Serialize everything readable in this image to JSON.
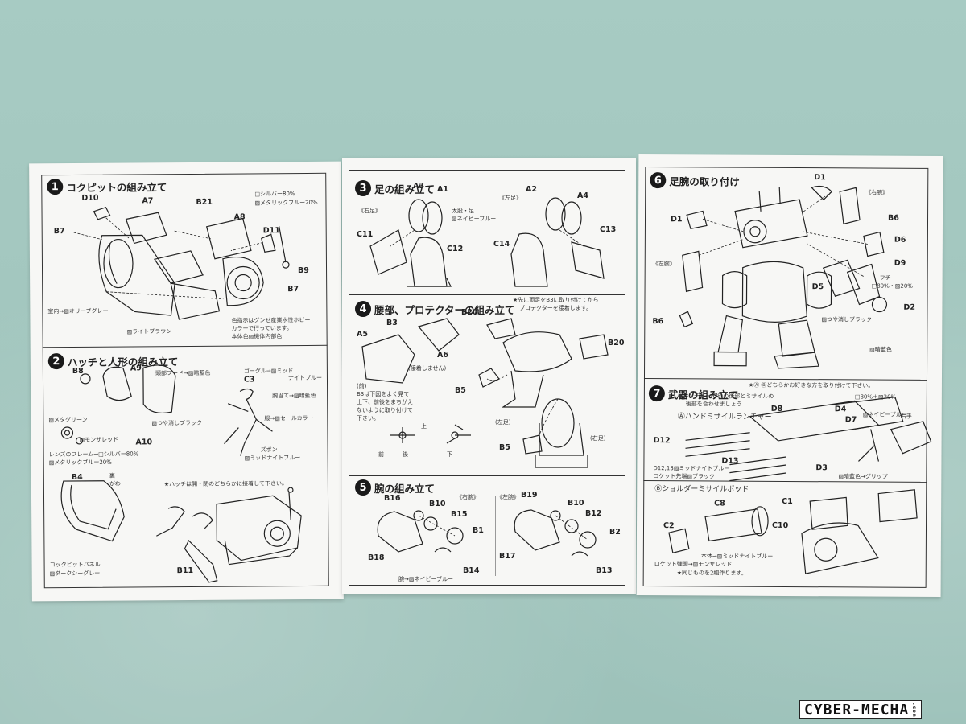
{
  "panel1": {
    "step1": {
      "num": "1",
      "title": "コクピットの組み立て"
    },
    "step2": {
      "num": "2",
      "title": "ハッチと人形の組み立て"
    },
    "parts1": [
      "D10",
      "A7",
      "B21",
      "A8",
      "B7",
      "D11",
      "B9",
      "B7"
    ],
    "notes1": [
      "□シルバー80%",
      "▨メタリックブルー20%",
      "室内→▨オリーブグレー",
      "▨ライトブラウン",
      "色指示はグンゼ産業水性ホビー",
      "カラーで行っています。",
      "本体色▨機体内部色"
    ],
    "parts2": [
      "B8",
      "A9",
      "C3",
      "A10",
      "B4",
      "B11"
    ],
    "notes2": [
      "頭部フード→▨暗藍色",
      "ゴーグル→▨ミッド",
      "ナイトブルー",
      "胸当て→▨暗藍色",
      "▨メタグリーン",
      "▨モンザレッド",
      "▨つや消しブラック",
      "服→▨セールカラー",
      "レンズのフレーム→□シルバー80%",
      "▨メタリックブルー20%",
      "ズボン",
      "▨ミッドナイトブルー",
      "裏",
      "がわ",
      "コックピットパネル",
      "▨ダークシーグレー",
      "★ハッチは開・閉のどちらかに接着して下さい。"
    ]
  },
  "panel2": {
    "step3": {
      "num": "3",
      "title": "足の組み立て"
    },
    "step4": {
      "num": "4",
      "title": "腰部、プロテクターの組み立て"
    },
    "step5": {
      "num": "5",
      "title": "腕の組み立て"
    },
    "parts3": [
      "A3",
      "A1",
      "A2",
      "A4",
      "C11",
      "C12",
      "C14",
      "C13"
    ],
    "notes3": [
      "《右足》",
      "《左足》",
      "太股・足",
      "▨ネイビーブルー"
    ],
    "notes4": [
      "★先に両足をB3に取り付けてから",
      "プロテクターを接着します。",
      "(接着しません)",
      "(前)",
      "B3は下図をよく見て",
      "上下、前後をまちがえ",
      "ないように取り付けて",
      "下さい。",
      "上",
      "前",
      "後",
      "下",
      "(左足)",
      "(右足)"
    ],
    "parts4": [
      "A5",
      "B3",
      "A6",
      "B20",
      "B20",
      "B5",
      "B5"
    ],
    "notes5": [
      "《右腕》",
      "《左腕》",
      "腕→▨ネイビーブルー"
    ],
    "parts5": [
      "B16",
      "B10",
      "B15",
      "B1",
      "B18",
      "B14",
      "B19",
      "B10",
      "B12",
      "B2",
      "B17",
      "B13"
    ]
  },
  "panel3": {
    "step6": {
      "num": "6",
      "title": "足腕の取り付け"
    },
    "step7": {
      "num": "7",
      "title": "武器の組み立て"
    },
    "parts6": [
      "D1",
      "D1",
      "B6",
      "D6",
      "D9",
      "D5",
      "D2",
      "B6"
    ],
    "notes6": [
      "《右腕》",
      "《左腕》",
      "フチ",
      "□80%・▨20%",
      "▨つや消しブラック",
      "▨暗藍色"
    ],
    "notes7": [
      "★Ⓐ Ⓑどちらかお好きな方を取り付けて下さい。",
      "●ランチャー(D8)の後部とミサイルの",
      "後部を合わせましょう",
      "Ⓐハンドミサイルランチャー",
      "□80%＋▨20%",
      "▨ネイビーブルー",
      "右手",
      "▨暗藍色→グリップ",
      "D12,13▨ミッドナイトブルー",
      "ロケット先端▨ブラック",
      "Ⓑショルダーミサイルポッド",
      "本体→▨ミッドナイトブルー",
      "ロケット弾頭→▨モンザレッド",
      "★同じものを2組作ります。"
    ],
    "parts7": [
      "D8",
      "D4",
      "D7",
      "D12",
      "D13",
      "D3",
      "C8",
      "C1",
      "C2",
      "C10"
    ]
  },
  "watermark": {
    "text": "CYBER-MECHA",
    "suffix": ".com"
  }
}
